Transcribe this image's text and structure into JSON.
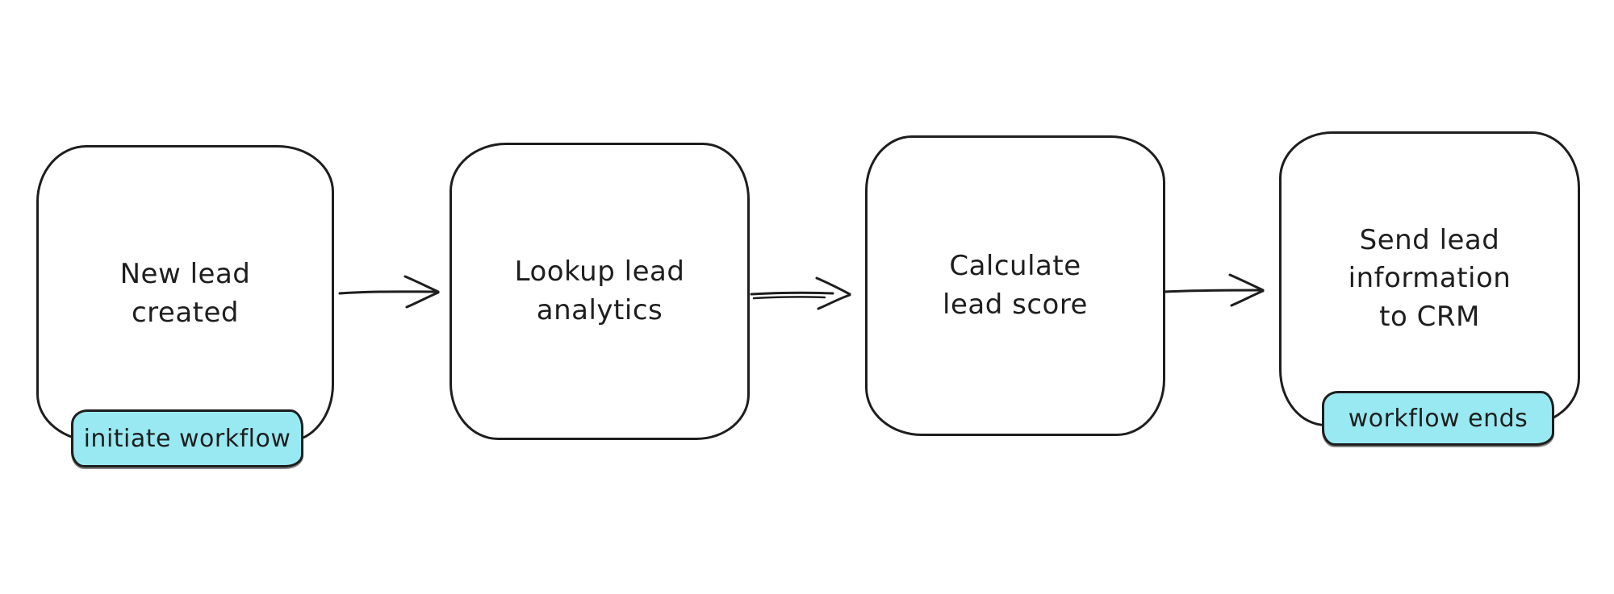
{
  "canvas": {
    "background_color": "#ffffff"
  },
  "diagram": {
    "type": "flowchart",
    "style": "hand-drawn",
    "direction": "left-to-right",
    "stroke_color": "#1e1e1e",
    "badge_fill_color": "#99e9f2",
    "nodes": [
      {
        "id": "new-lead-created",
        "label": "New lead\ncreated",
        "badge": "initiate workflow"
      },
      {
        "id": "lookup-lead-analytics",
        "label": "Lookup lead\nanalytics"
      },
      {
        "id": "calculate-lead-score",
        "label": "Calculate\nlead score"
      },
      {
        "id": "send-lead-to-crm",
        "label": "Send lead\ninformation\nto CRM",
        "badge": "workflow ends"
      }
    ],
    "edges": [
      {
        "from": "new-lead-created",
        "to": "lookup-lead-analytics"
      },
      {
        "from": "lookup-lead-analytics",
        "to": "calculate-lead-score"
      },
      {
        "from": "calculate-lead-score",
        "to": "send-lead-to-crm"
      }
    ]
  }
}
